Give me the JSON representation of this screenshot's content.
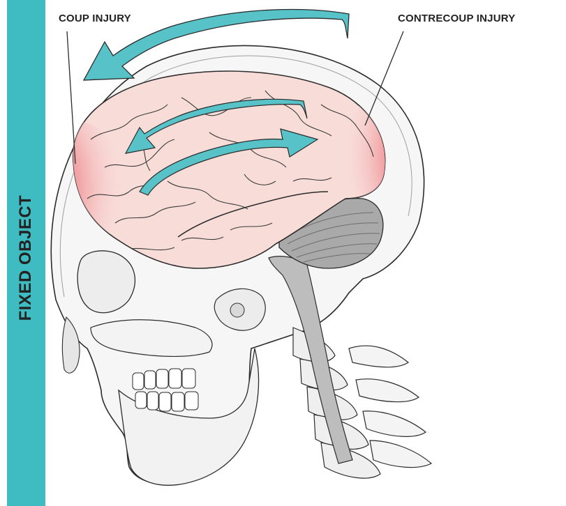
{
  "labels": {
    "fixed_object": "FIXED OBJECT",
    "coup_injury": "COUP INJURY",
    "contrecoup_injury": "CONTRECOUP INJURY"
  },
  "colors": {
    "teal": "#3fbcc1",
    "arrow": "#57c3c8",
    "brain": "#f8dcd8",
    "injury": "#e8636b",
    "bone": "#f6f6f6",
    "outline": "#2b2b2b",
    "cerebellum": "#a9a9a9",
    "spinal_cord": "#bdbdbd"
  },
  "icons": {
    "head_arrow": "curved-arrow-icon",
    "brain_arrow_left": "curved-arrow-icon",
    "brain_arrow_right": "curved-arrow-icon"
  }
}
